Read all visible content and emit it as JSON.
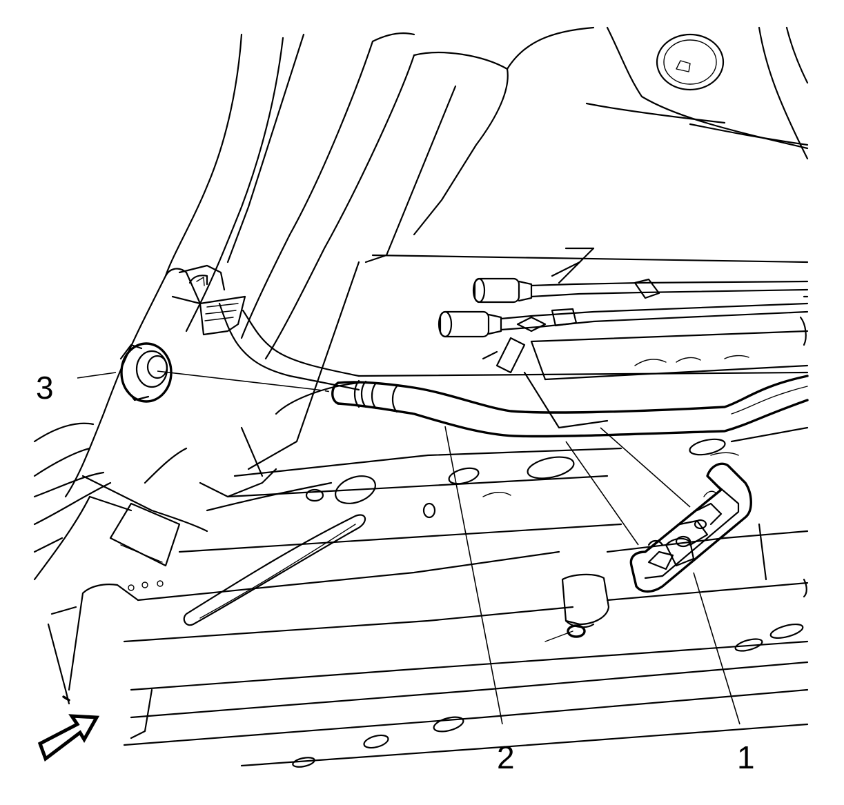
{
  "callouts": [
    {
      "id": "callout-1",
      "label": "1"
    },
    {
      "id": "callout-2",
      "label": "2"
    },
    {
      "id": "callout-3",
      "label": "3"
    }
  ],
  "view_arrow": {
    "icon": "view-direction-arrow-icon"
  },
  "colors": {
    "line": "#000000",
    "background": "#ffffff"
  }
}
